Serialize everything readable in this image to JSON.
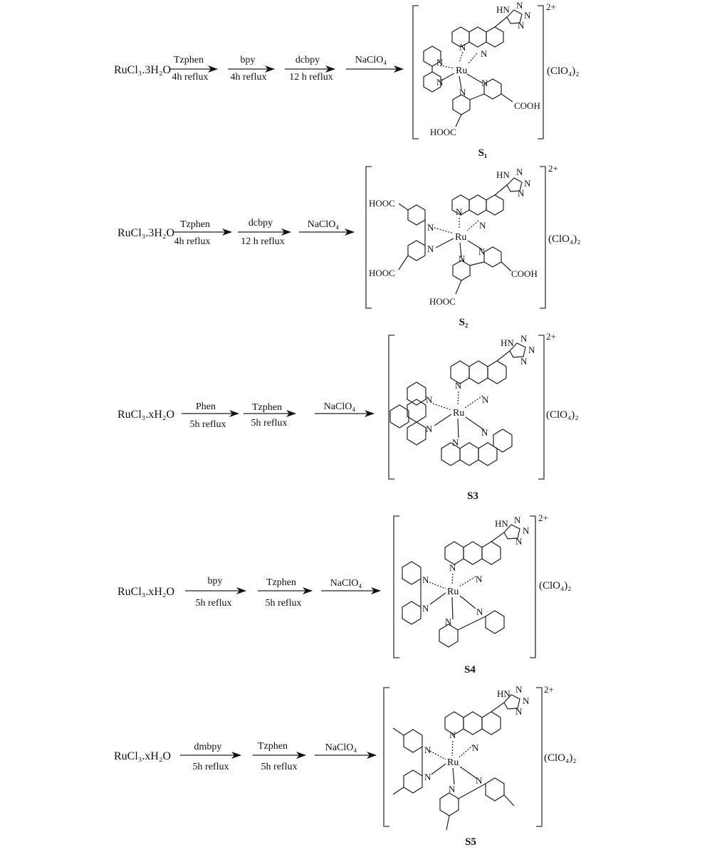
{
  "schemes": [
    {
      "label": "S₁",
      "start": "RuCl₃.3H₂O",
      "steps": [
        {
          "reagent": "Tzphen",
          "condition": "4h reflux"
        },
        {
          "reagent": "bpy",
          "condition": "4h reflux"
        },
        {
          "reagent": "dcbpy",
          "condition": "12 h  reflux"
        },
        {
          "reagent": "NaClO₄",
          "condition": ""
        }
      ],
      "complex": {
        "metal": "Ru",
        "counter_ion": "(ClO₄)₂",
        "charge": "2+",
        "groups": [
          "COOH",
          "HOOC"
        ],
        "tetrazole": [
          "HN",
          "N",
          "N",
          "N"
        ]
      }
    },
    {
      "label": "S₂",
      "start": "RuCl₃.3H₂O",
      "steps": [
        {
          "reagent": "Tzphen",
          "condition": "4h reflux"
        },
        {
          "reagent": "dcbpy",
          "condition": "12 h  reflux"
        },
        {
          "reagent": "NaClO₄",
          "condition": ""
        }
      ],
      "complex": {
        "metal": "Ru",
        "counter_ion": "(ClO₄)₂",
        "charge": "2+",
        "groups": [
          "HOOC",
          "HOOC",
          "COOH",
          "HOOC"
        ],
        "tetrazole": [
          "HN",
          "N",
          "N",
          "N"
        ]
      }
    },
    {
      "label": "S3",
      "start": "RuCl₃.xH₂O",
      "steps": [
        {
          "reagent": "Phen",
          "condition": "5h reflux"
        },
        {
          "reagent": "Tzphen",
          "condition": "5h reflux"
        },
        {
          "reagent": "NaClO₄",
          "condition": ""
        }
      ],
      "complex": {
        "metal": "Ru",
        "counter_ion": "(ClO₄)₂",
        "charge": "2+",
        "groups": [],
        "tetrazole": [
          "HN",
          "N",
          "N",
          "N"
        ]
      }
    },
    {
      "label": "S4",
      "start": "RuCl₃.xH₂O",
      "steps": [
        {
          "reagent": "bpy",
          "condition": "5h reflux"
        },
        {
          "reagent": "Tzphen",
          "condition": "5h  reflux"
        },
        {
          "reagent": "NaClO₄",
          "condition": ""
        }
      ],
      "complex": {
        "metal": "Ru",
        "counter_ion": "(ClO₄)₂",
        "charge": "2+",
        "groups": [],
        "tetrazole": [
          "HN",
          "N",
          "N",
          "N"
        ]
      }
    },
    {
      "label": "S5",
      "start": "RuCl₃.xH₂O",
      "steps": [
        {
          "reagent": "dmbpy",
          "condition": "5h reflux"
        },
        {
          "reagent": "Tzphen",
          "condition": "5h  reflux"
        },
        {
          "reagent": "NaClO₄",
          "condition": ""
        }
      ],
      "complex": {
        "metal": "Ru",
        "counter_ion": "(ClO₄)₂",
        "charge": "2+",
        "groups": [],
        "tetrazole": [
          "HN",
          "N",
          "N",
          "N"
        ]
      }
    }
  ],
  "atoms": {
    "N": "N"
  }
}
